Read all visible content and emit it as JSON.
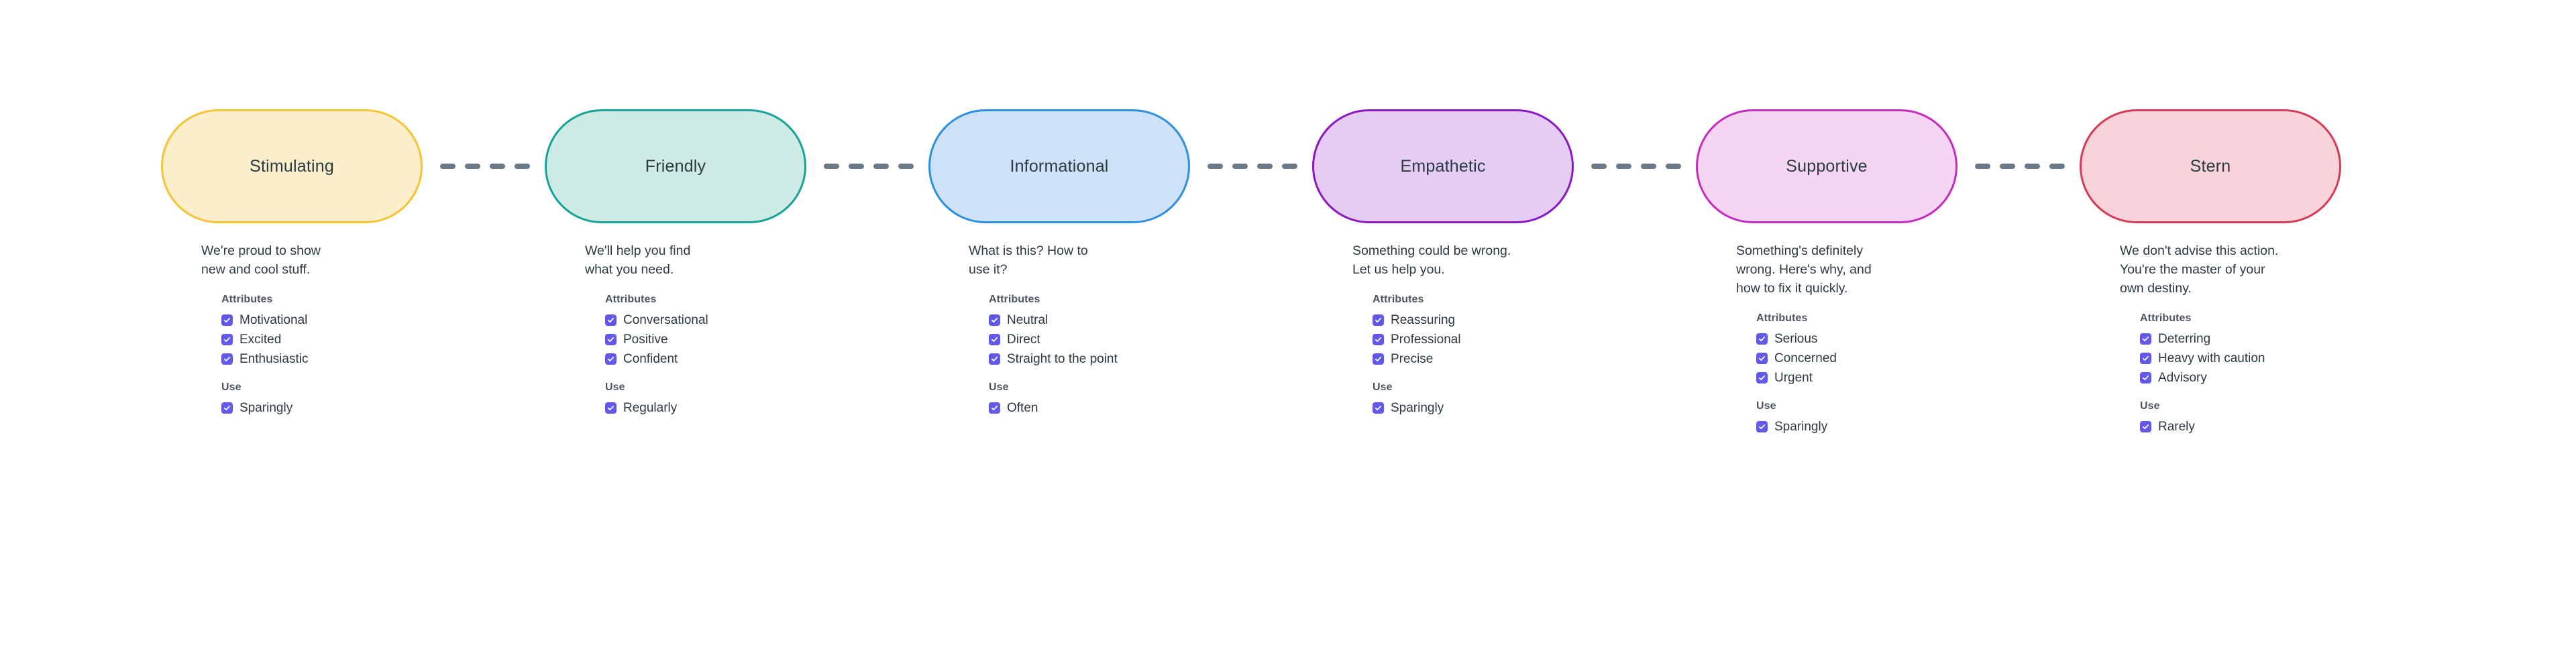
{
  "theme": {
    "page_background": "#ffffff",
    "text_color": "#2b3a42",
    "heading_color": "#4a5560",
    "checkbox_color": "#6259ea",
    "connector_color": "#6b7888"
  },
  "labels": {
    "attributes_heading": "Attributes",
    "use_heading": "Use",
    "check_icon": "check-icon",
    "connector_icon": "dashed-connector-icon"
  },
  "tones": [
    {
      "name": "Stimulating",
      "fill": "#fbefcb",
      "border": "#f5c333",
      "description": "We're proud to show\nnew and cool stuff.",
      "attributes": [
        "Motivational",
        "Excited",
        "Enthusiastic"
      ],
      "use": [
        "Sparingly"
      ]
    },
    {
      "name": "Friendly",
      "fill": "#cdeae5",
      "border": "#17a398",
      "description": "We'll help you find\nwhat you need.",
      "attributes": [
        "Conversational",
        "Positive",
        "Confident"
      ],
      "use": [
        "Regularly"
      ]
    },
    {
      "name": "Informational",
      "fill": "#cee2f7",
      "border": "#2d8fe0",
      "description": "What is this? How to\nuse it?",
      "attributes": [
        "Neutral",
        "Direct",
        "Straight to the point"
      ],
      "use": [
        "Often"
      ]
    },
    {
      "name": "Empathetic",
      "fill": "#e4ccf2",
      "border": "#8b18c0",
      "description": "Something could be wrong.\nLet us help you.",
      "attributes": [
        "Reassuring",
        "Professional",
        "Precise"
      ],
      "use": [
        "Sparingly"
      ]
    },
    {
      "name": "Supportive",
      "fill": "#f4d6f2",
      "border": "#c72ac0",
      "description": "Something's definitely\nwrong. Here's why, and\nhow to fix it quickly.",
      "attributes": [
        "Serious",
        "Concerned",
        "Urgent"
      ],
      "use": [
        "Sparingly"
      ]
    },
    {
      "name": "Stern",
      "fill": "#f8d3da",
      "border": "#d63b55",
      "description": "We don't advise this action.\nYou're the master of your\nown destiny.",
      "attributes": [
        "Deterring",
        "Heavy with caution",
        "Advisory"
      ],
      "use": [
        "Rarely"
      ]
    }
  ]
}
